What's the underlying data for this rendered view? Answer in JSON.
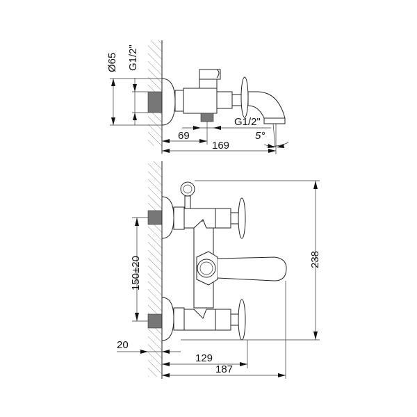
{
  "drawing": {
    "title": "Bath mixer technical drawing",
    "side_view": {
      "labels": {
        "body_diameter": "Ø65",
        "inlet_thread": "G1/2\"",
        "outlet_thread": "G1/2\"",
        "spout_angle": "5°",
        "inlet_to_outlet": "69",
        "overall_depth": "169"
      }
    },
    "front_view": {
      "labels": {
        "inlet_spacing": "150±20",
        "overall_height": "238",
        "wall_offset": "20",
        "handle_depth": "129",
        "overall_depth": "187"
      }
    },
    "colors": {
      "line": "#222222",
      "thread": "#777777",
      "background": "#ffffff"
    }
  }
}
